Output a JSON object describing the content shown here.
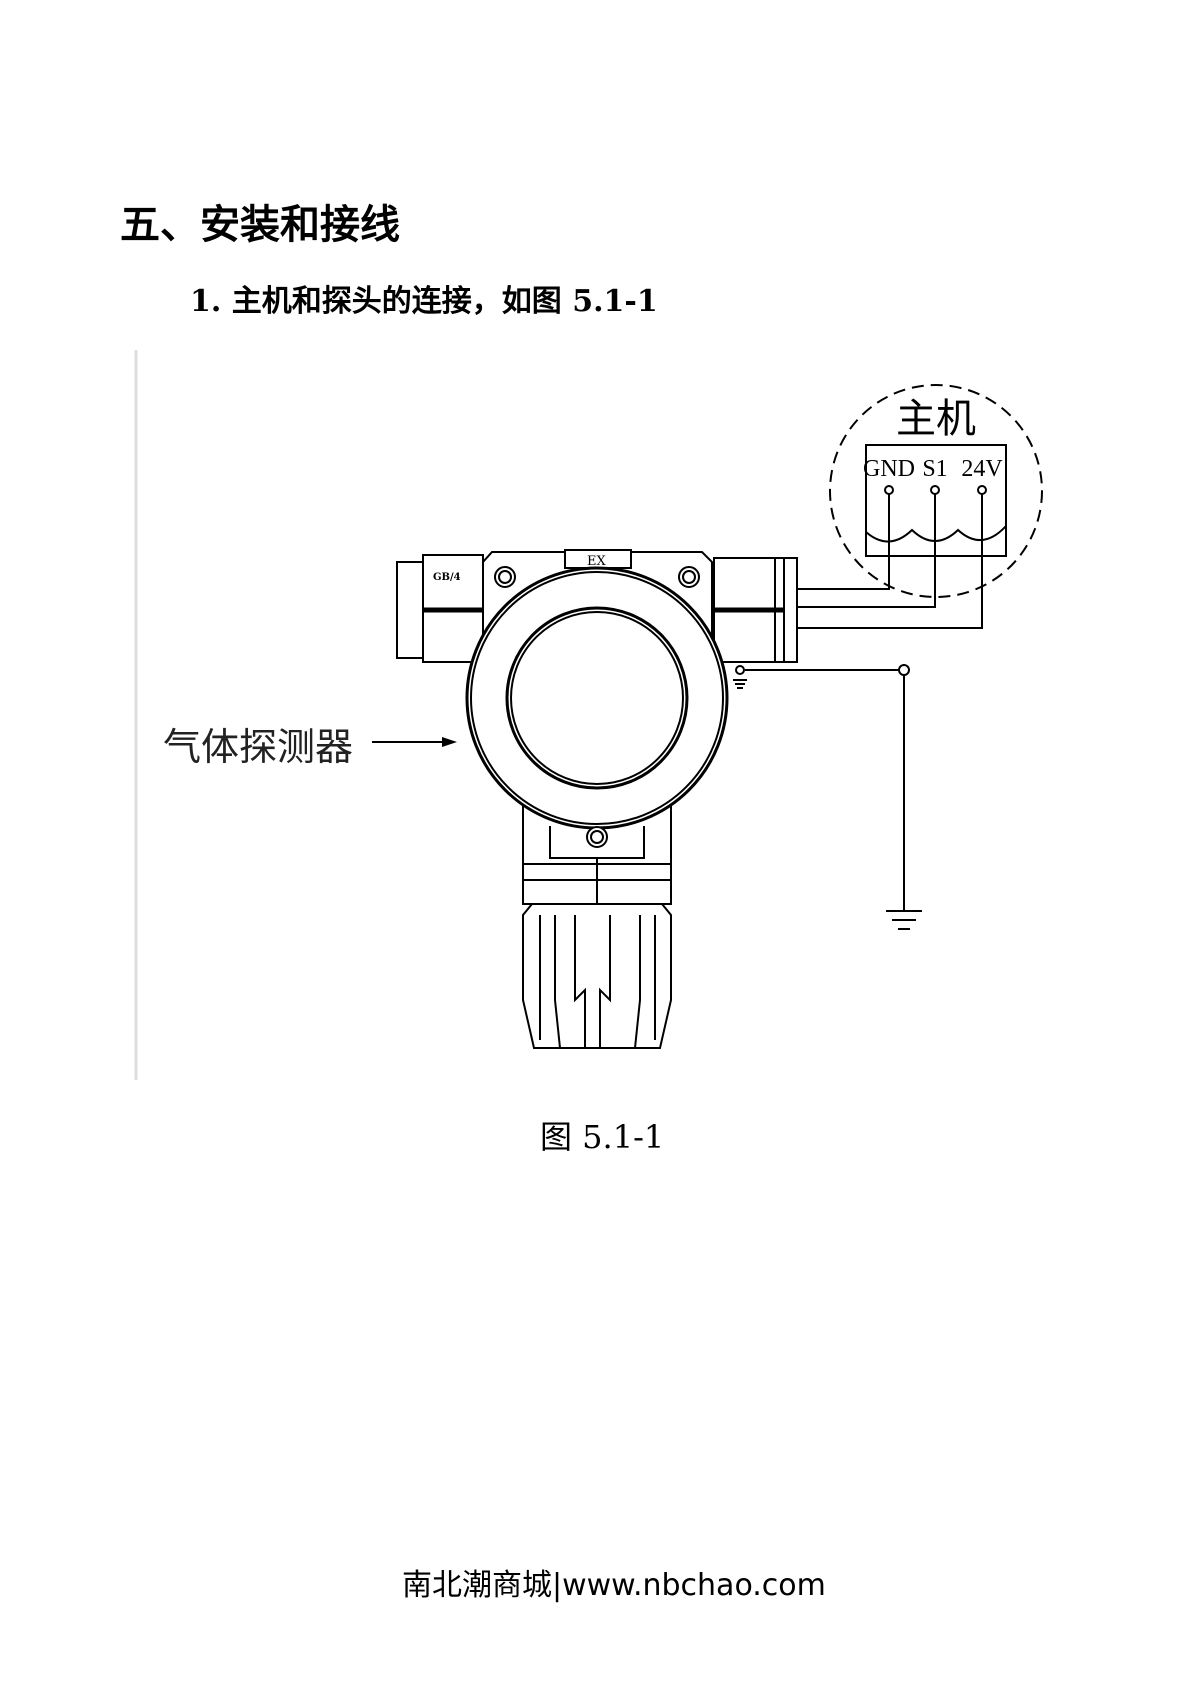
{
  "section_heading": "五、安装和接线",
  "item": {
    "number": "1.",
    "text": "主机和探头的连接，如图 5.1-1"
  },
  "figure": {
    "host_label": "主机",
    "terminals": [
      "GND",
      "S1",
      "24V"
    ],
    "detector_label": "气体探测器",
    "body_marking": "GB/4",
    "ex_marking": "EX",
    "caption": "图 5.1-1"
  },
  "footer": "南北潮商城|www.nbchao.com"
}
